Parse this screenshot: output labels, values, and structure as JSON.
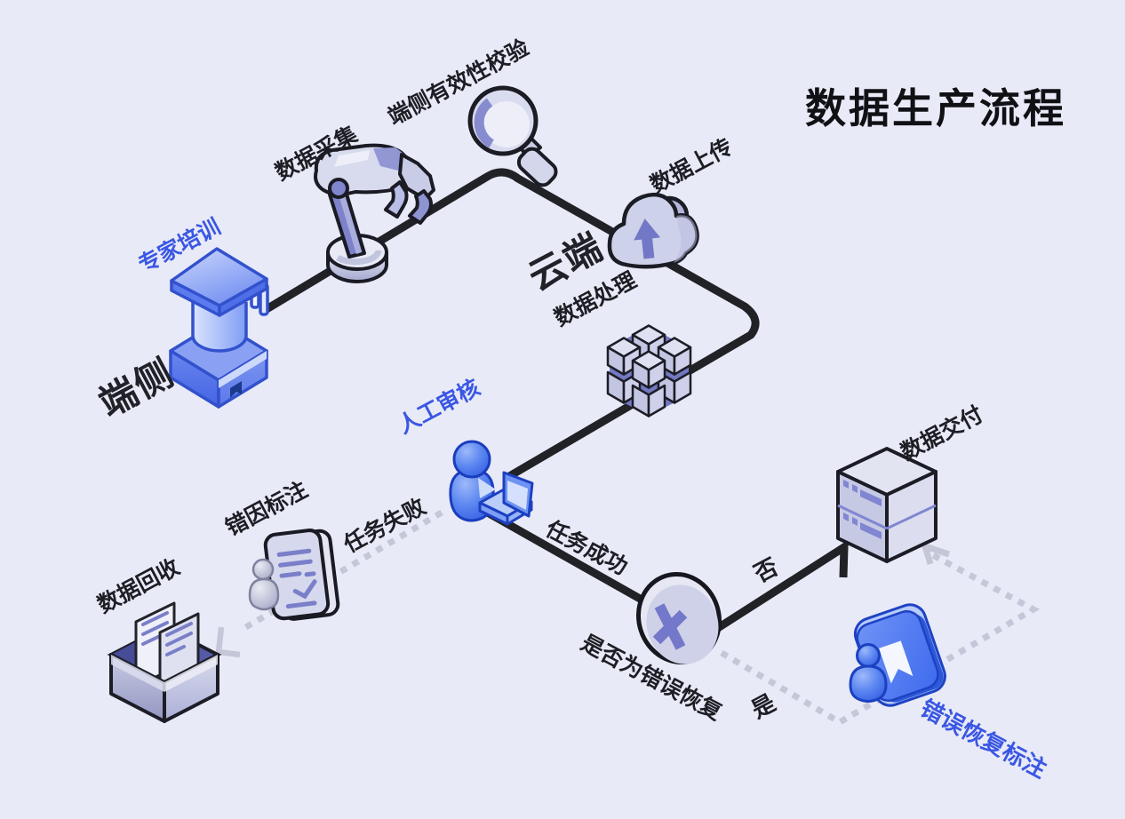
{
  "title": "数据生产流程",
  "zones": {
    "device": "端侧",
    "cloud": "云端"
  },
  "nodes": {
    "expert_training": "专家培训",
    "data_collection": "数据采集",
    "device_validation": "端侧有效性校验",
    "data_upload": "数据上传",
    "data_processing": "数据处理",
    "manual_review": "人工审核",
    "decision_error_recovery": "是否为错误恢复",
    "data_delivery": "数据交付",
    "error_cause_labeling": "错因标注",
    "data_recycle": "数据回收",
    "error_recovery_labeling": "错误恢复标注"
  },
  "edges": {
    "task_failed": "任务失败",
    "task_success": "任务成功",
    "no": "否",
    "yes": "是"
  },
  "colors": {
    "background": "#e9eaf7",
    "flow_line": "#212226",
    "dotted_line": "#c5c7d9",
    "accent_blue": "#3a57e3",
    "icon_lavender": "#d6d8ec",
    "icon_purple": "#767bc6",
    "icon_blue": "#4d79f1"
  }
}
